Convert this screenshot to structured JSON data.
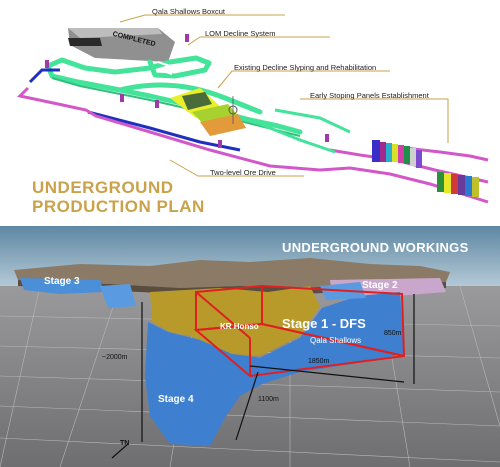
{
  "production_plan": {
    "title_line1": "UNDERGROUND",
    "title_line2": "PRODUCTION PLAN",
    "completed_label": "COMPLETED",
    "callouts": {
      "boxcut": "Qala Shallows Boxcut",
      "decline": "LOM Decline System",
      "slyping": "Existing Decline Slyping and Rehabilitation",
      "stoping": "Early Stoping Panels Establishment",
      "ore_drive": "Two-level Ore Drive"
    },
    "colors": {
      "accent": "#c9a24a",
      "leader_line": "#c9a24a",
      "decline": "#43e39a",
      "drive_blue": "#1f2fbf",
      "drive_pink": "#d257c8",
      "completed_grey": "#8e8e8e"
    }
  },
  "workings": {
    "title": "UNDERGROUND WORKINGS",
    "stages": {
      "stage1": "Stage 1 - DFS",
      "stage2": "Stage 2",
      "stage3": "Stage 3",
      "stage4": "Stage 4"
    },
    "labels": {
      "kr_honso": "KR Honso",
      "qala_shallows": "Qala Shallows",
      "north": "TN"
    },
    "dimensions": {
      "width": "1850m",
      "depth": "850m",
      "total_depth": "~2000m",
      "length": "1100m"
    },
    "colors": {
      "ore_gold": "#b89a2a",
      "ore_blue": "#3e7fd0",
      "dfs_box": "#e02020",
      "ground": "#a8a8aa"
    }
  }
}
